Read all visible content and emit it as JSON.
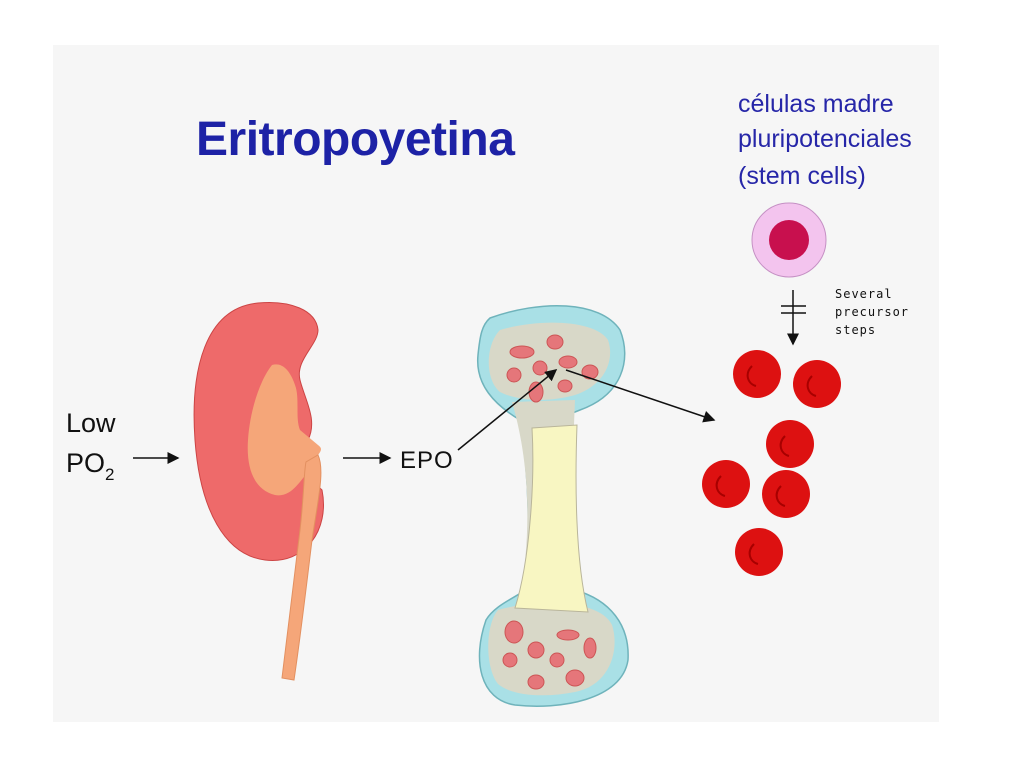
{
  "title": "Eritropoyetina",
  "stem_cells": {
    "line1": "células madre",
    "line2": "pluripotenciales",
    "line3": "(stem cells)"
  },
  "inputs": {
    "low": "Low",
    "po2_main": "PO",
    "po2_sub": "2"
  },
  "hormone": "EPO",
  "precursor_note": {
    "line1": "Several",
    "line2": "precursor",
    "line3": "steps"
  },
  "colors": {
    "title": "#1d22a6",
    "stem_text": "#2626a8",
    "kidney_cortex": "#ee6a6a",
    "kidney_pelvis": "#f5a679",
    "bone_outer": "#a9e0e6",
    "bone_inner": "#d8d8c8",
    "marrow": "#f8f6c2",
    "red_cell": "#dd1111",
    "stem_outer": "#f3c4ee",
    "stem_nucleus": "#c8104e"
  }
}
